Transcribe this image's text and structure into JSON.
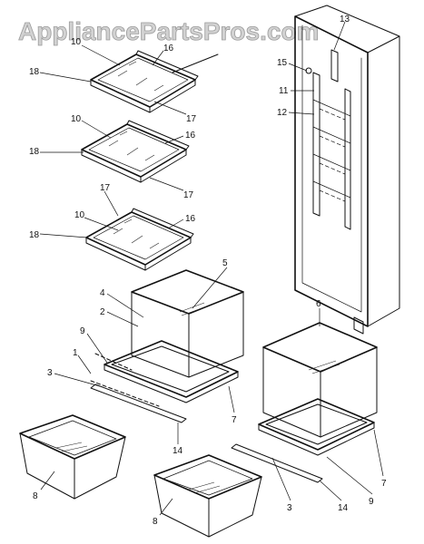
{
  "watermark": "AppliancePartsPros.com",
  "callouts": [
    {
      "id": "c10a",
      "text": "10"
    },
    {
      "id": "c16a",
      "text": "16"
    },
    {
      "id": "c18a",
      "text": "18"
    },
    {
      "id": "c17a",
      "text": "17"
    },
    {
      "id": "c10b",
      "text": "10"
    },
    {
      "id": "c16b",
      "text": "16"
    },
    {
      "id": "c18b",
      "text": "18"
    },
    {
      "id": "c17b",
      "text": "17"
    },
    {
      "id": "c17c",
      "text": "17"
    },
    {
      "id": "c10c",
      "text": "10"
    },
    {
      "id": "c16c",
      "text": "16"
    },
    {
      "id": "c18c",
      "text": "18"
    },
    {
      "id": "c13",
      "text": "13"
    },
    {
      "id": "c15",
      "text": "15"
    },
    {
      "id": "c11",
      "text": "11"
    },
    {
      "id": "c12",
      "text": "12"
    },
    {
      "id": "c5",
      "text": "5"
    },
    {
      "id": "c4",
      "text": "4"
    },
    {
      "id": "c2",
      "text": "2"
    },
    {
      "id": "c9a",
      "text": "9"
    },
    {
      "id": "c1",
      "text": "1"
    },
    {
      "id": "c3a",
      "text": "3"
    },
    {
      "id": "c7a",
      "text": "7"
    },
    {
      "id": "c14a",
      "text": "14"
    },
    {
      "id": "c8a",
      "text": "8"
    },
    {
      "id": "c6",
      "text": "6"
    },
    {
      "id": "c7b",
      "text": "7"
    },
    {
      "id": "c9b",
      "text": "9"
    },
    {
      "id": "c3b",
      "text": "3"
    },
    {
      "id": "c14b",
      "text": "14"
    },
    {
      "id": "c8b",
      "text": "8"
    }
  ]
}
